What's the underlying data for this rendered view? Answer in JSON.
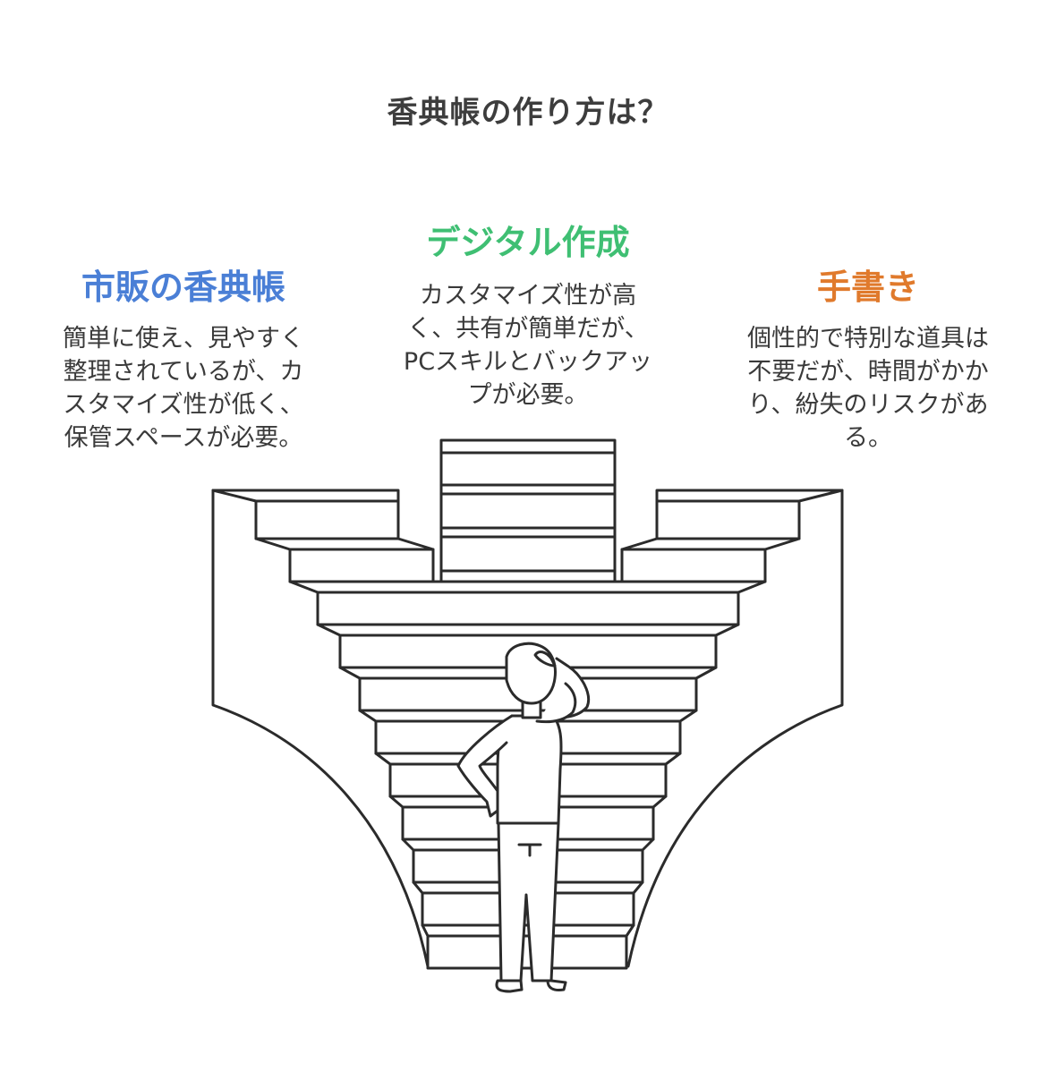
{
  "title": "香典帳の作り方は？",
  "options": [
    {
      "heading": "市販の香典帳",
      "color": "#4a7fd6",
      "lines": [
        "簡単に使え、見やすく",
        "整理されているが、カ",
        "スタマイズ性が低く、",
        "保管スペースが必要。"
      ]
    },
    {
      "heading": "デジタル作成",
      "color": "#3fbf73",
      "lines": [
        "カスタマイズ性が高",
        "く、共有が簡単だが、",
        "PCスキルとバックアッ",
        "プが必要。"
      ]
    },
    {
      "heading": "手書き",
      "color": "#e07a2c",
      "lines": [
        "個性的で特別な道具は",
        "不要だが、時間がかか",
        "り、紛失のリスクがあ",
        "る。"
      ]
    }
  ],
  "icons": {
    "stairs": "staircase-illustration",
    "person": "thinking-person-illustration"
  }
}
